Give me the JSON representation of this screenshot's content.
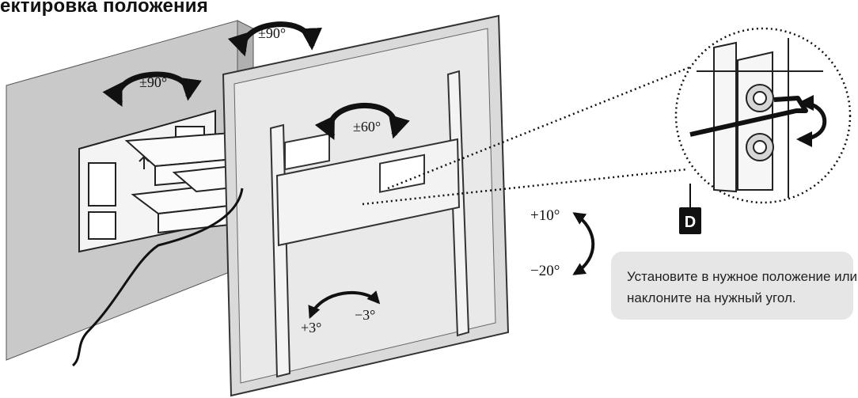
{
  "title": "ектировка положения",
  "rotation_labels": {
    "top_swivel": "±90°",
    "left_swivel": "±90°",
    "tv_rotation": "±60°"
  },
  "tilt": {
    "up": "+10°",
    "down": "−20°"
  },
  "level": {
    "left": "+3°",
    "right": "−3°"
  },
  "tool_badge": "D",
  "instruction": {
    "line1": "Установите в нужное положение или",
    "line2": "наклоните на нужный угол."
  }
}
